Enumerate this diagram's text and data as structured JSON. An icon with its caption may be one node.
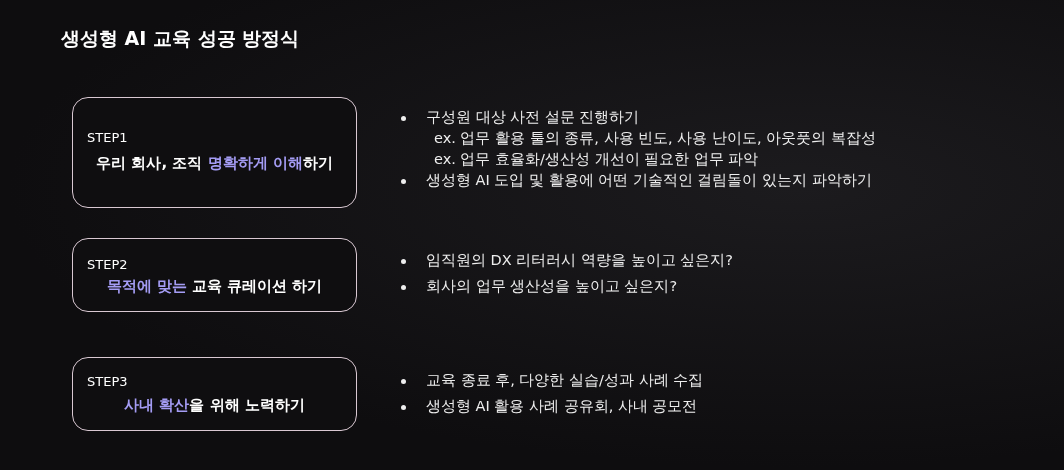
{
  "diagram": {
    "title": "생성형 AI 교육 성공 방정식",
    "nodes": [
      {
        "text": [
          "STEP1",
          "우리 회사, 조직 **명확하게 이해**하기"
        ],
        "beside": [
          "구성원 대상 사전 설문 진행하기",
          "ex. 업무 활용 툴의 종류, 사용 빈도, 사용 난이도, 아웃풋의 복잡성",
          "ex. 업무 효율화/생산성 개선이 필요한 업무 파악",
          "생성형 AI 도입 및 활용에 어떤 기술적인 걸림돌이 있는지 파악하기"
        ]
      },
      {
        "text": [
          "STEP2",
          "**목적에 맞는** 교육 큐레이션 하기"
        ],
        "beside": [
          "임직원의 DX 리터러시 역량을 높이고 싶은지?",
          "회사의 업무 생산성을 높이고 싶은지?"
        ]
      },
      {
        "text": [
          "STEP3",
          "**사내 확산**을 위해 노력하기"
        ],
        "beside": [
          "교육 종료 후, 다양한 실습/성과 사례 수집",
          "생성형 AI 활용 사례 공유회, 사내 공모전"
        ]
      }
    ]
  }
}
